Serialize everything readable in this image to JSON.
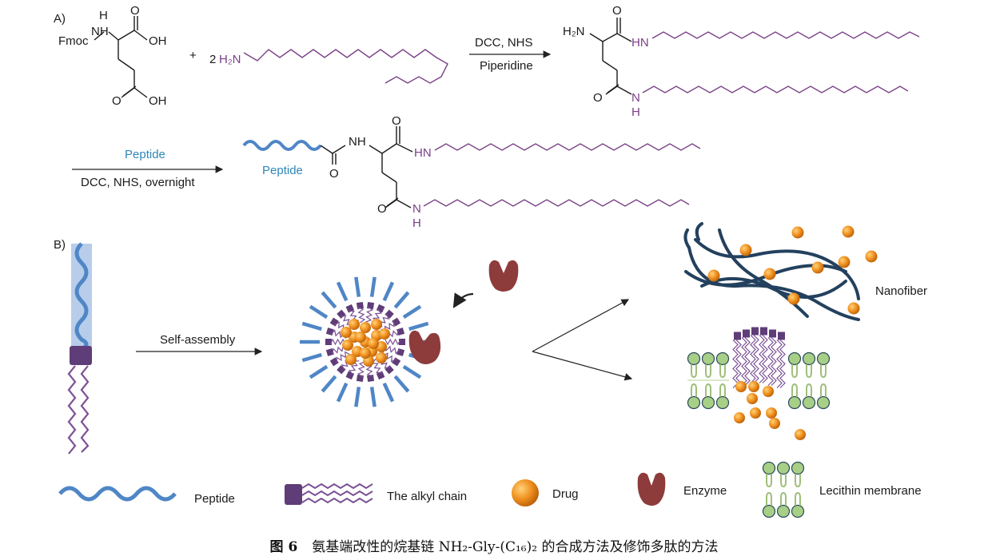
{
  "panels": {
    "a": "A)",
    "b": "B)"
  },
  "chem": {
    "fmoc": "Fmoc",
    "nh": "NH",
    "h": "H",
    "n": "N",
    "o": "O",
    "oh": "OH",
    "plus": "+",
    "two": "2",
    "h2n": "H₂N",
    "h2": "H₂",
    "hn": "HN",
    "dcc_nhs": "DCC, NHS",
    "piperidine": "Piperidine",
    "peptide_reagent": "Peptide",
    "dcc_nhs_overnight": "DCC, NHS, overnight",
    "peptide": "Peptide"
  },
  "scheme_b": {
    "self_assembly": "Self-assembly",
    "nanofiber": "Nanofiber"
  },
  "legend": {
    "peptide": "Peptide",
    "alkyl": "The alkyl chain",
    "drug": "Drug",
    "enzyme": "Enzyme",
    "lecithin": "Lecithin membrane"
  },
  "caption": {
    "label": "图 6",
    "text": "氨基端改性的烷基链 NH₂-Gly-(C₁₆)₂ 的合成方法及修饰多肽的方法"
  },
  "colors": {
    "peptide": "#4f86c6",
    "alkyl": "#7a4f94",
    "drug": "#f0901e",
    "enzyme": "#8e3b3b",
    "fiber": "#23415e",
    "lipid": "#9fbf7a"
  }
}
